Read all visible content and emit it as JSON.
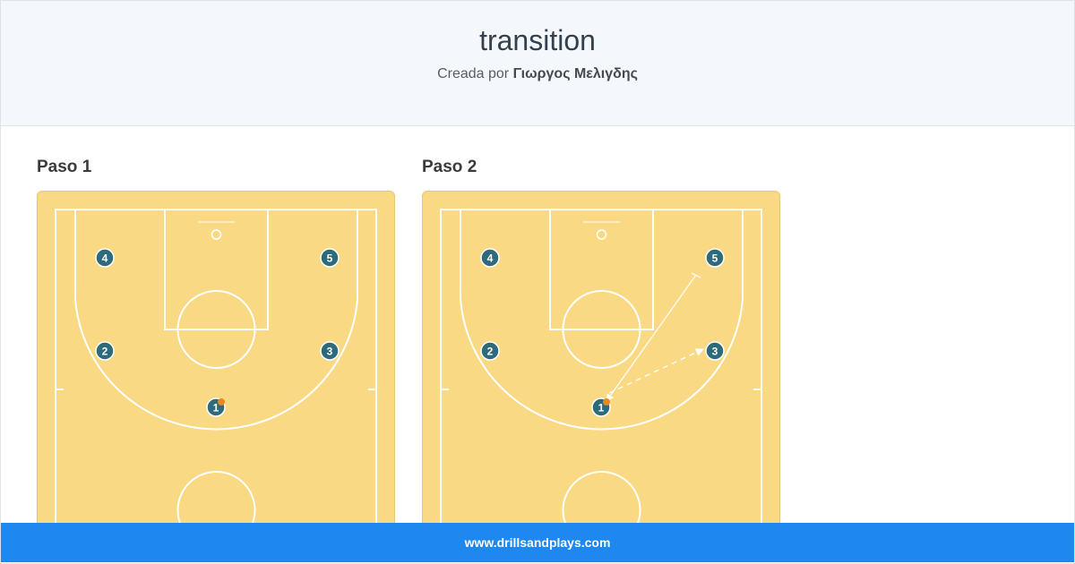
{
  "header": {
    "title": "transition",
    "created_by_label": "Creada por",
    "author": "Γιωργος Μελιγδης"
  },
  "steps": [
    {
      "title": "Paso 1",
      "players": [
        {
          "label": "4"
        },
        {
          "label": "5"
        },
        {
          "label": "2"
        },
        {
          "label": "3"
        },
        {
          "label": "1"
        }
      ]
    },
    {
      "title": "Paso 2",
      "players": [
        {
          "label": "4"
        },
        {
          "label": "5"
        },
        {
          "label": "2"
        },
        {
          "label": "3"
        },
        {
          "label": "1"
        }
      ]
    }
  ],
  "colors": {
    "court": "#fad985",
    "court_lines": "#ffffff",
    "player": "#2d6a7a",
    "ball": "#e8891f",
    "footer": "#1e87f0"
  },
  "footer": {
    "site": "www.drillsandplays.com"
  }
}
